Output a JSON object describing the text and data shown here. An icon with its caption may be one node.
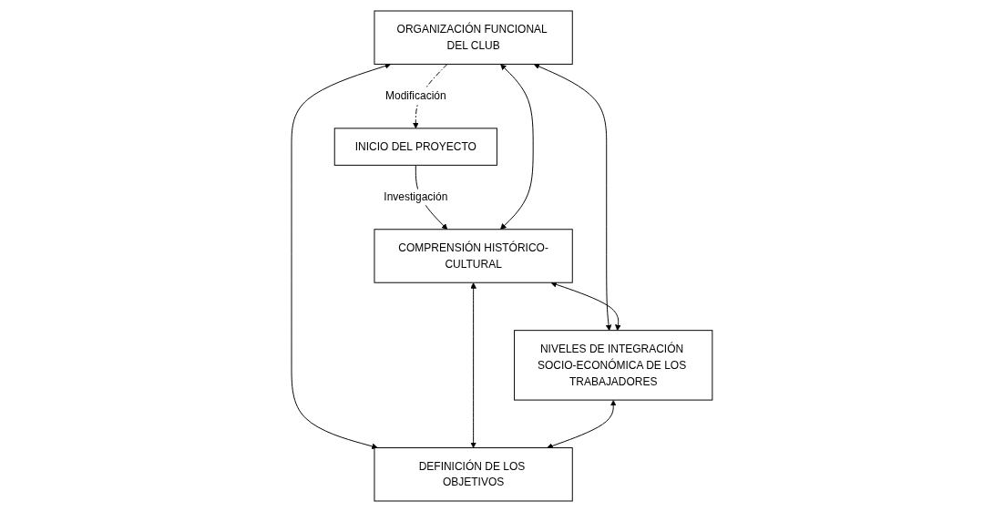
{
  "diagram": {
    "nodes": [
      {
        "text": [
          "INICIO DEL PROYECTO"
        ]
      },
      {
        "text": [
          "ORGANIZACIÓN FUNCIONAL DEL CLUB"
        ]
      },
      {
        "text": [
          "COMPRENSIÓN HISTÓRICO-CULTURAL"
        ]
      },
      {
        "text": [
          "NIVELES DE INTEGRACIÓN SOCIO-ECONÓMICA DE LOS TRABAJADORES"
        ]
      },
      {
        "text": [
          "DEFINICIÓN DE LOS OBJETIVOS"
        ]
      }
    ],
    "edges": [
      {
        "from": 1,
        "to": 0,
        "arrow": "to",
        "label": "Modificación",
        "style": "dashed"
      },
      {
        "from": 0,
        "to": 2,
        "arrow": "to",
        "label": "Investigación"
      },
      {
        "from": 1,
        "to": 2,
        "arrow": "both"
      },
      {
        "from": 1,
        "to": 3,
        "arrow": "both"
      },
      {
        "from": 1,
        "to": 4,
        "arrow": "both"
      },
      {
        "from": 2,
        "to": 3,
        "arrow": "both"
      },
      {
        "from": 2,
        "to": 4,
        "arrow": "both"
      },
      {
        "from": 3,
        "to": 4,
        "arrow": "both"
      }
    ]
  }
}
